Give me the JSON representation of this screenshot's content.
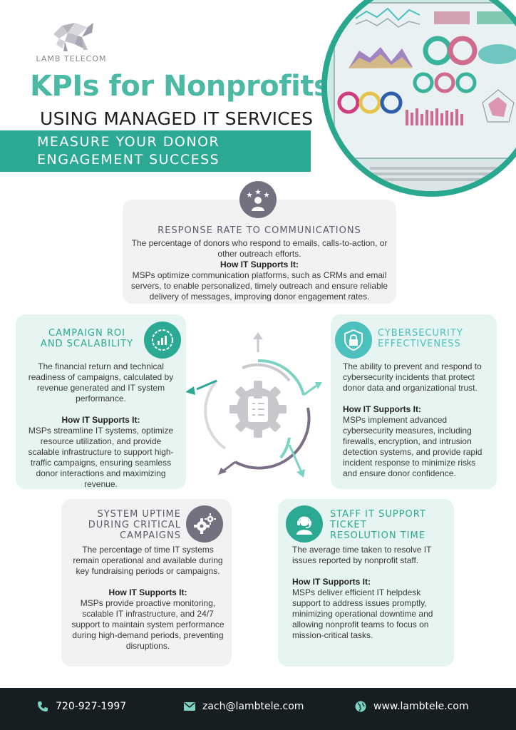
{
  "brand": {
    "logo_text": "LAMB TELECOM"
  },
  "header": {
    "title": "KPIs for Nonprofits",
    "subtitle": "USING MANAGED IT SERVICES",
    "band_line1": "MEASURE YOUR DONOR",
    "band_line2": "ENGAGEMENT SUCCESS"
  },
  "colors": {
    "teal": "#2ca993",
    "light_teal": "#4bc0bd",
    "slate": "#747080",
    "footer": "#161e21",
    "title": "#4bb9a3"
  },
  "cards": {
    "response": {
      "icon": "users-rating-icon",
      "title": "RESPONSE RATE TO COMMUNICATIONS",
      "description": "The percentage of donors who respond to emails, calls-to-action, or other outreach efforts.",
      "support_heading": "How IT Supports It:",
      "support_text": "MSPs optimize communication platforms, such as CRMs and email servers, to enable personalized, timely outreach and ensure reliable delivery of messages, improving donor engagement rates."
    },
    "campaign": {
      "icon": "chart-icon",
      "title_line1": "CAMPAIGN ROI",
      "title_line2": "AND SCALABILITY",
      "description": "The financial return and technical readiness of campaigns, calculated by revenue generated and IT system performance.",
      "support_heading": "How IT Supports It:",
      "support_text": "MSPs streamline IT systems, optimize resource utilization, and provide scalable infrastructure to support high-traffic campaigns, ensuring seamless donor interactions and maximizing revenue."
    },
    "cyber": {
      "icon": "lock-shield-icon",
      "title_line1": "CYBERSECURITY",
      "title_line2": "EFFECTIVENESS",
      "description": "The ability to prevent and respond to cybersecurity incidents that protect donor data and organizational trust.",
      "support_heading": "How IT Supports It:",
      "support_text": "MSPs implement advanced cybersecurity measures, including firewalls, encryption, and intrusion detection systems, and provide rapid incident response to minimize risks and ensure donor confidence."
    },
    "uptime": {
      "icon": "gears-icon",
      "title_line1": "SYSTEM UPTIME",
      "title_line2": "DURING CRITICAL",
      "title_line3": "CAMPAIGNS",
      "description": "The percentage of time IT systems remain operational and available during key fundraising periods or campaigns.",
      "support_heading": "How IT Supports It:",
      "support_text": "MSPs provide proactive monitoring, scalable IT infrastructure, and 24/7 support to maintain system performance during high-demand periods, preventing disruptions."
    },
    "staff": {
      "icon": "headset-support-icon",
      "title_line1": "STAFF IT SUPPORT",
      "title_line2": "TICKET",
      "title_line3": "RESOLUTION TIME",
      "description": "The average time taken to resolve IT issues reported by nonprofit staff.",
      "support_heading": "How IT Supports It:",
      "support_text": "MSPs deliver efficient IT helpdesk support to address issues promptly, minimizing operational downtime and allowing nonprofit teams to focus on mission-critical tasks."
    }
  },
  "footer": {
    "phone": "720-927-1997",
    "email": "zach@lambtele.com",
    "website": "www.lambtele.com"
  }
}
